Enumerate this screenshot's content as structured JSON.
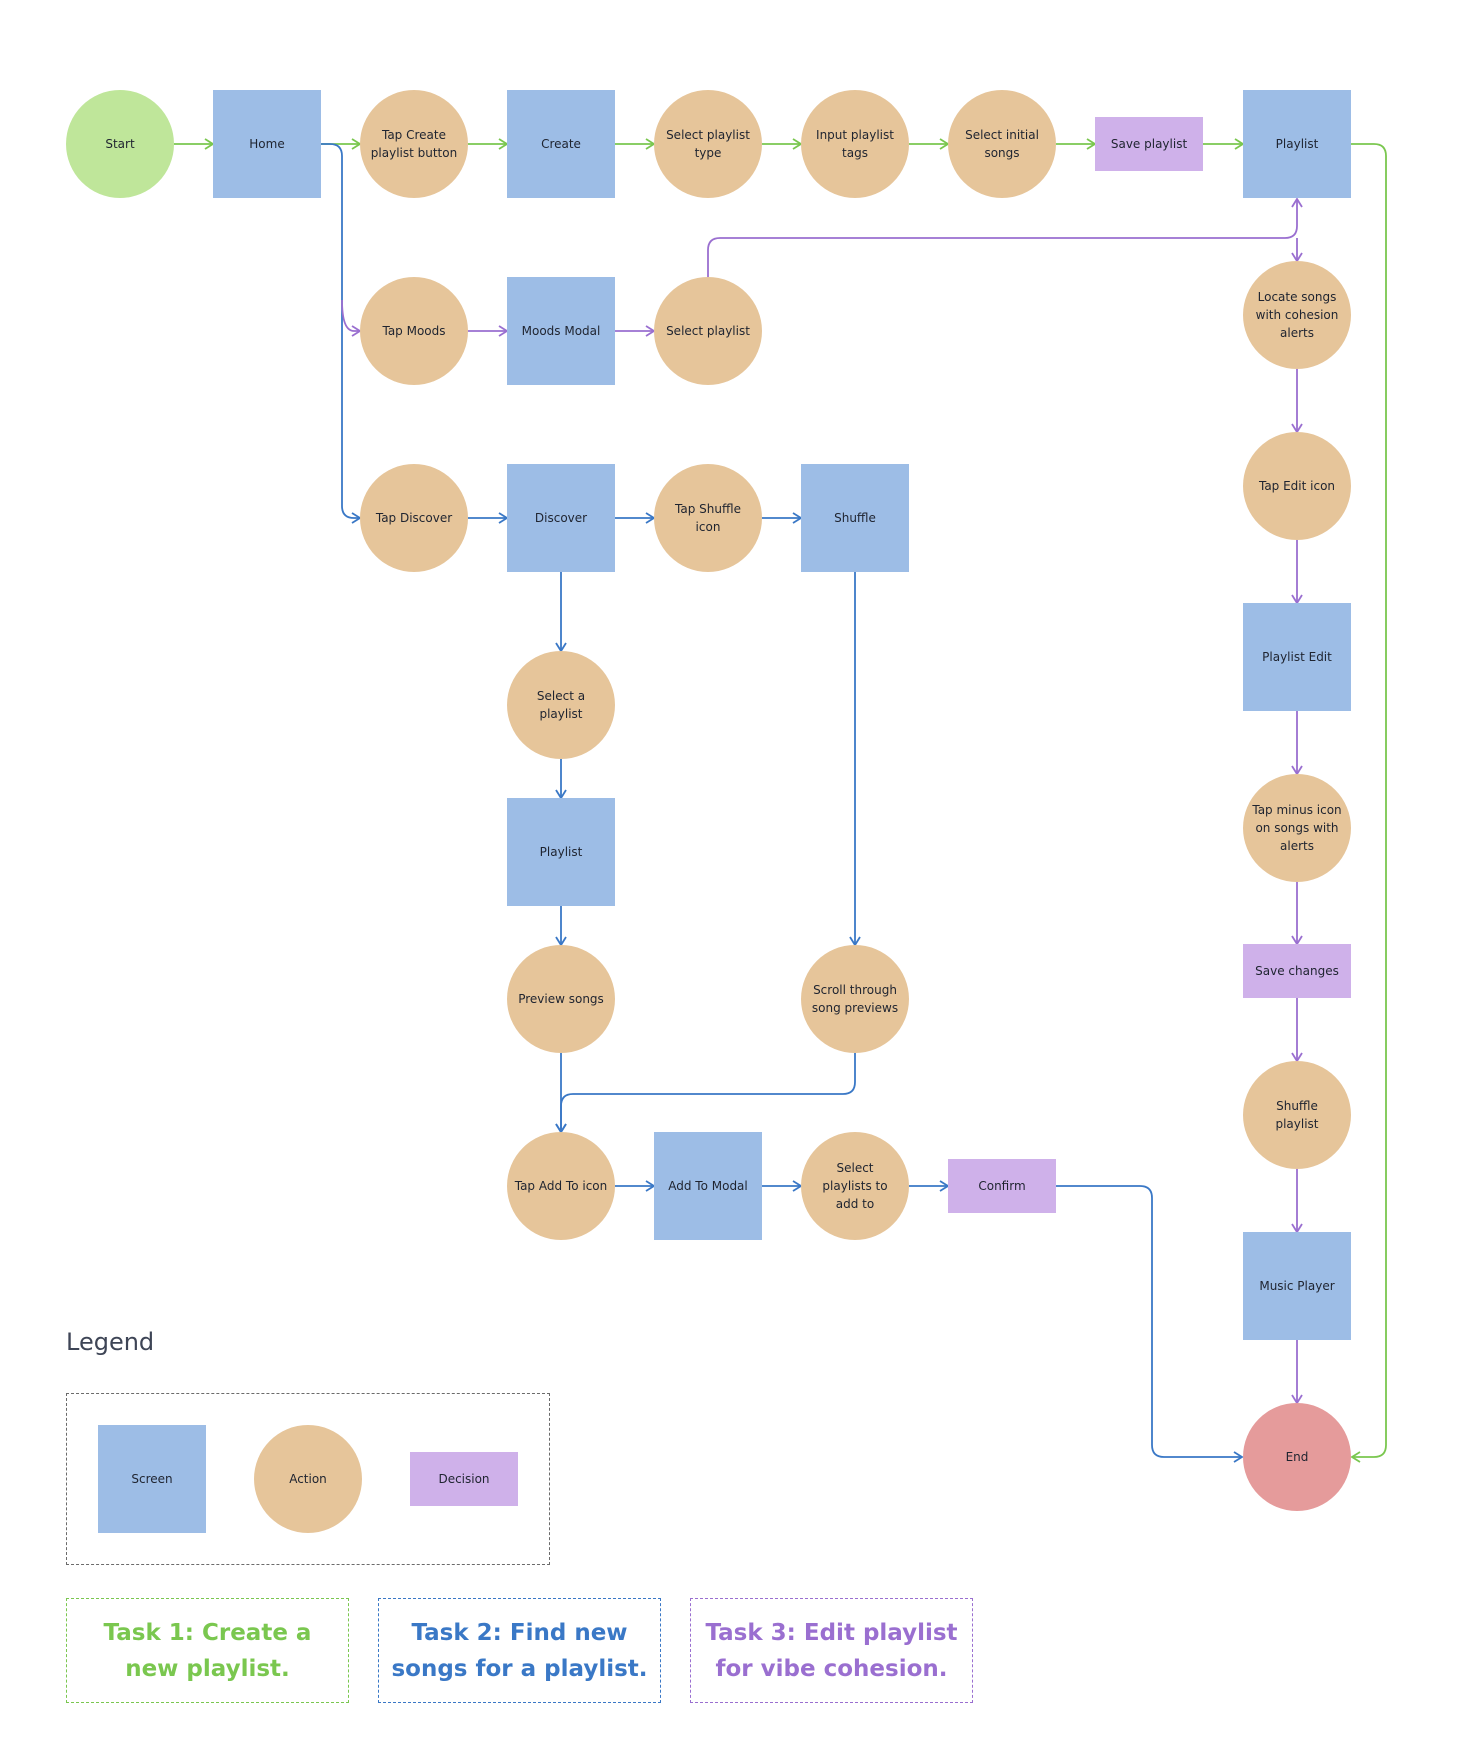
{
  "colors": {
    "screen": "#9dbde6",
    "action": "#e6c59a",
    "decision": "#cfb1ea",
    "start": "#bfe69a",
    "end": "#e59b9b",
    "task1": "#7ac74f",
    "task2": "#3a78c6",
    "task3": "#9a6fd0"
  },
  "nodes": {
    "start": "Start",
    "home": "Home",
    "tap_create": "Tap Create playlist button",
    "create": "Create",
    "select_type": "Select playlist type",
    "input_tags": "Input playlist tags",
    "select_initial": "Select initial songs",
    "save_playlist": "Save playlist",
    "playlist_top": "Playlist",
    "tap_moods": "Tap Moods",
    "moods_modal": "Moods Modal",
    "select_playlist_moods": "Select playlist",
    "locate_songs": "Locate songs with cohesion alerts",
    "tap_edit": "Tap Edit icon",
    "playlist_edit": "Playlist Edit",
    "tap_minus": "Tap minus icon on songs with alerts",
    "save_changes": "Save changes",
    "shuffle_playlist": "Shuffle playlist",
    "music_player": "Music Player",
    "end": "End",
    "tap_discover": "Tap Discover",
    "discover": "Discover",
    "tap_shuffle": "Tap Shuffle icon",
    "shuffle": "Shuffle",
    "select_a_playlist": "Select a playlist",
    "playlist_mid": "Playlist",
    "preview_songs": "Preview songs",
    "scroll_previews": "Scroll through song previews",
    "tap_add_to": "Tap Add To icon",
    "add_to_modal": "Add To Modal",
    "select_playlists": "Select playlists to add to",
    "confirm": "Confirm"
  },
  "legend": {
    "title": "Legend",
    "screen": "Screen",
    "action": "Action",
    "decision": "Decision"
  },
  "tasks": {
    "task1": "Task 1: Create a new playlist.",
    "task2": "Task 2: Find new songs for a playlist.",
    "task3": "Task 3: Edit playlist for vibe cohesion."
  }
}
